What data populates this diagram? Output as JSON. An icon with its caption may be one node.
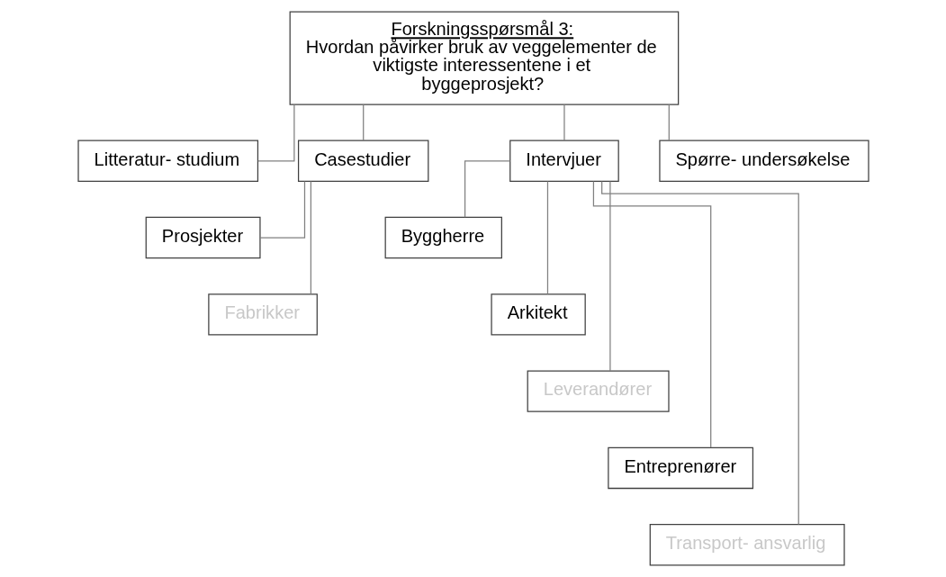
{
  "diagram": {
    "nodes": [
      {
        "text": [
          "Forskningsspørsmål 3:",
          "Hvordan påvirker bruk av veggelementer de viktigste interessentene i et byggeprosjekt?"
        ]
      },
      {
        "text": [
          "Litteratur- studium"
        ]
      },
      {
        "text": [
          "Casestudier"
        ]
      },
      {
        "text": [
          "Intervjuer"
        ]
      },
      {
        "text": [
          "Spørre- undersøkelse"
        ]
      },
      {
        "text": [
          "Prosjekter"
        ]
      },
      {
        "text": [
          "Fabrikker"
        ]
      },
      {
        "text": [
          "Byggherre"
        ]
      },
      {
        "text": [
          "Arkitekt"
        ]
      },
      {
        "text": [
          "Leverandører"
        ]
      },
      {
        "text": [
          "Entreprenører"
        ]
      },
      {
        "text": [
          "Transport- ansvarlig"
        ]
      }
    ],
    "edges": [
      {
        "from": 0,
        "to": 1,
        "arrow": "none"
      },
      {
        "from": 0,
        "to": 2,
        "arrow": "none"
      },
      {
        "from": 0,
        "to": 3,
        "arrow": "none"
      },
      {
        "from": 0,
        "to": 4,
        "arrow": "none"
      },
      {
        "from": 2,
        "to": 5,
        "arrow": "none"
      },
      {
        "from": 2,
        "to": 6,
        "arrow": "none"
      },
      {
        "from": 3,
        "to": 7,
        "arrow": "none"
      },
      {
        "from": 3,
        "to": 8,
        "arrow": "none"
      },
      {
        "from": 3,
        "to": 9,
        "arrow": "none"
      },
      {
        "from": 3,
        "to": 10,
        "arrow": "none"
      },
      {
        "from": 3,
        "to": 11,
        "arrow": "none"
      }
    ]
  }
}
